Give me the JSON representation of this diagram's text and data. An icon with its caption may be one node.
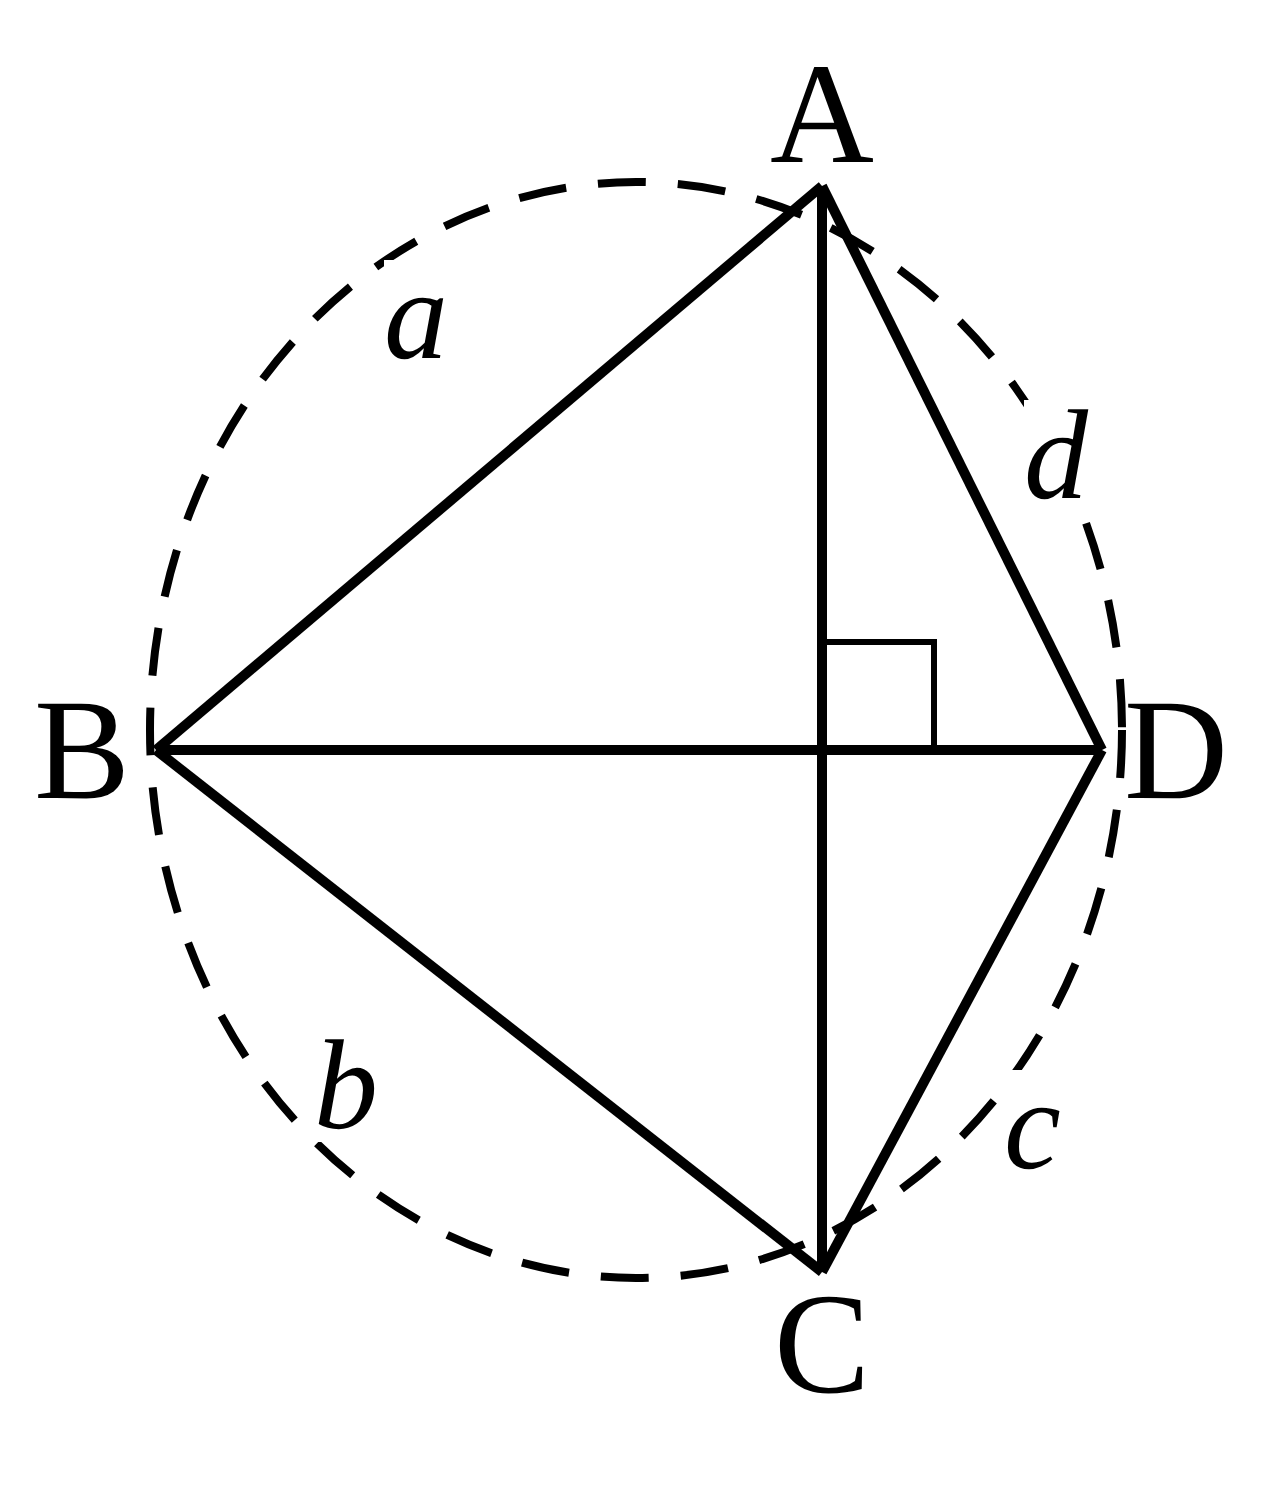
{
  "diagram": {
    "nodes": [
      {
        "text": [
          "A"
        ]
      },
      {
        "text": [
          "B"
        ]
      },
      {
        "text": [
          "C"
        ]
      },
      {
        "text": [
          "D"
        ]
      }
    ],
    "edges": [
      {
        "from": 0,
        "to": 1,
        "arrow": "none",
        "label": "*a*"
      },
      {
        "from": 1,
        "to": 2,
        "arrow": "none",
        "label": "*b*"
      },
      {
        "from": 2,
        "to": 3,
        "arrow": "none",
        "label": "*c*"
      },
      {
        "from": 3,
        "to": 0,
        "arrow": "none",
        "label": "*d*"
      },
      {
        "from": 0,
        "to": 2,
        "arrow": "none"
      },
      {
        "from": 1,
        "to": 3,
        "arrow": "none"
      }
    ]
  }
}
